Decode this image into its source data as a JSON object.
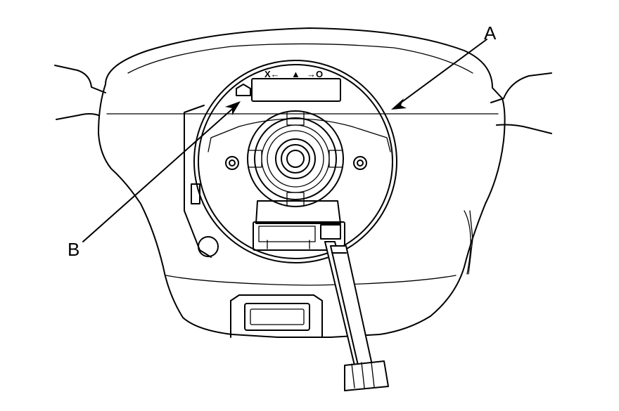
{
  "callouts": [
    {
      "label": "A"
    },
    {
      "label": "B"
    }
  ],
  "alignment_marks": {
    "left": "X←",
    "center": "▲",
    "right": "→O"
  }
}
